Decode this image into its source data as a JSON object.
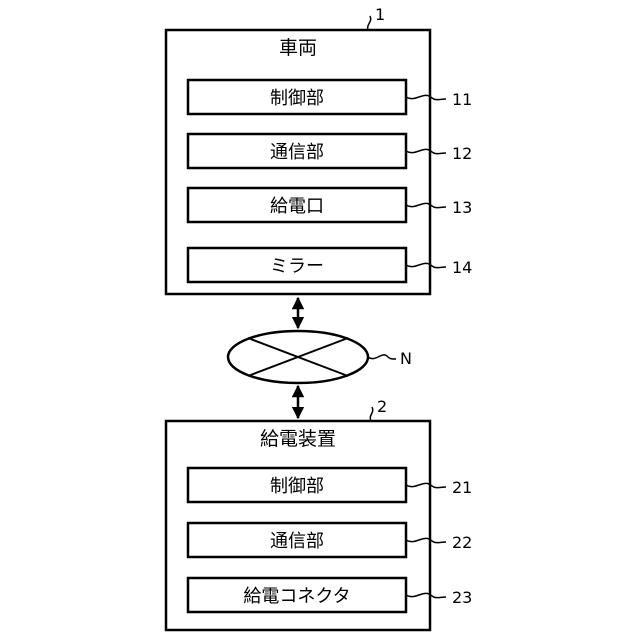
{
  "diagram": {
    "vehicle": {
      "ref": "1",
      "title": "車両",
      "items": [
        {
          "label": "制御部",
          "ref": "11"
        },
        {
          "label": "通信部",
          "ref": "12"
        },
        {
          "label": "給電口",
          "ref": "13"
        },
        {
          "label": "ミラー",
          "ref": "14"
        }
      ]
    },
    "network": {
      "ref": "N"
    },
    "charger": {
      "ref": "2",
      "title": "給電装置",
      "items": [
        {
          "label": "制御部",
          "ref": "21"
        },
        {
          "label": "通信部",
          "ref": "22"
        },
        {
          "label": "給電コネクタ",
          "ref": "23"
        }
      ]
    }
  }
}
